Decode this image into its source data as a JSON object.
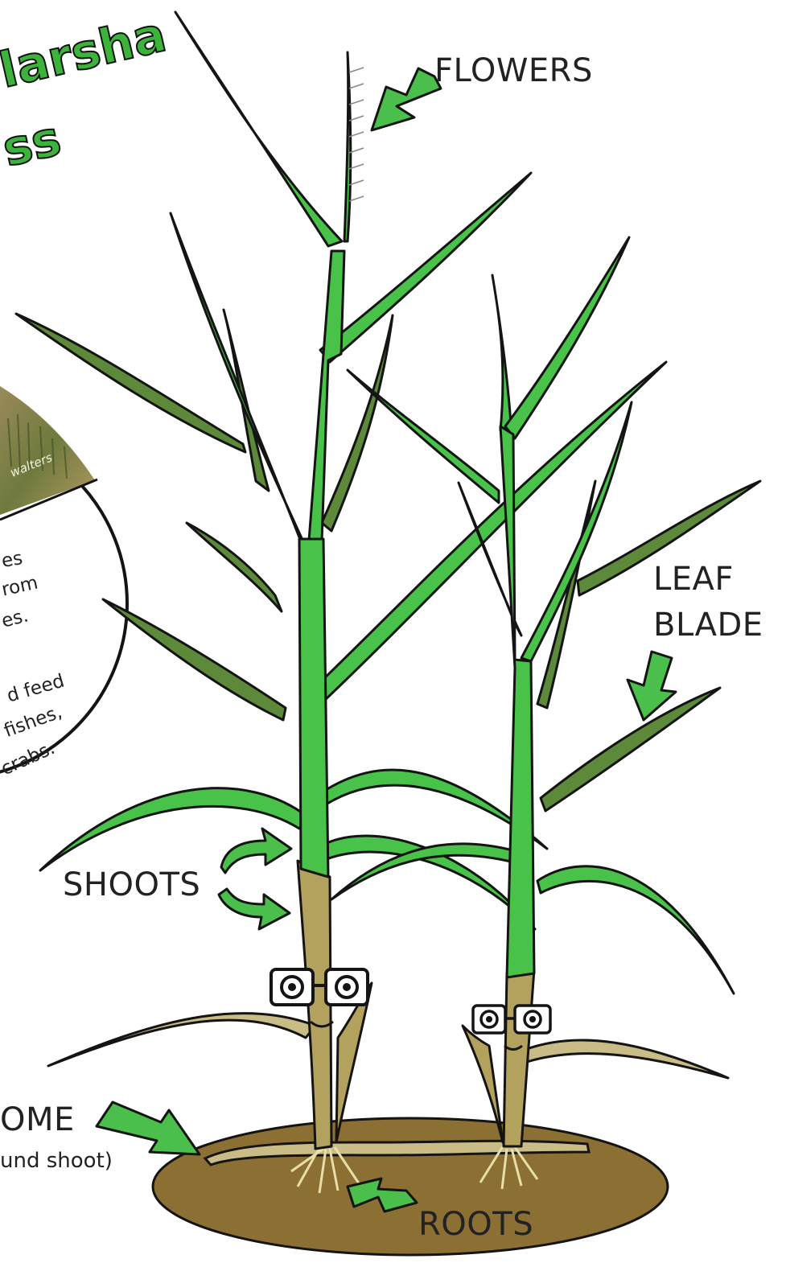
{
  "title": {
    "line1": "larsha",
    "line2": "ss"
  },
  "photo_credit": "walters",
  "callout": {
    "lines": [
      "es",
      "rom",
      "es.",
      "d feed",
      "fishes,",
      "crabs."
    ]
  },
  "labels": {
    "flowers": "FLOWERS",
    "leaf_blade_1": "LEAF",
    "leaf_blade_2": "BLADE",
    "shoots": "SHOOTS",
    "rhizome": "OME",
    "rhizome_note": "und shoot)",
    "roots": "ROOTS"
  },
  "colors": {
    "leaf_bright": "#49c24a",
    "leaf_dark": "#5d8a3a",
    "stem_tan": "#b3a15e",
    "soil": "#8c6f32",
    "arrow_green": "#4bbf4b",
    "outline": "#141414"
  }
}
